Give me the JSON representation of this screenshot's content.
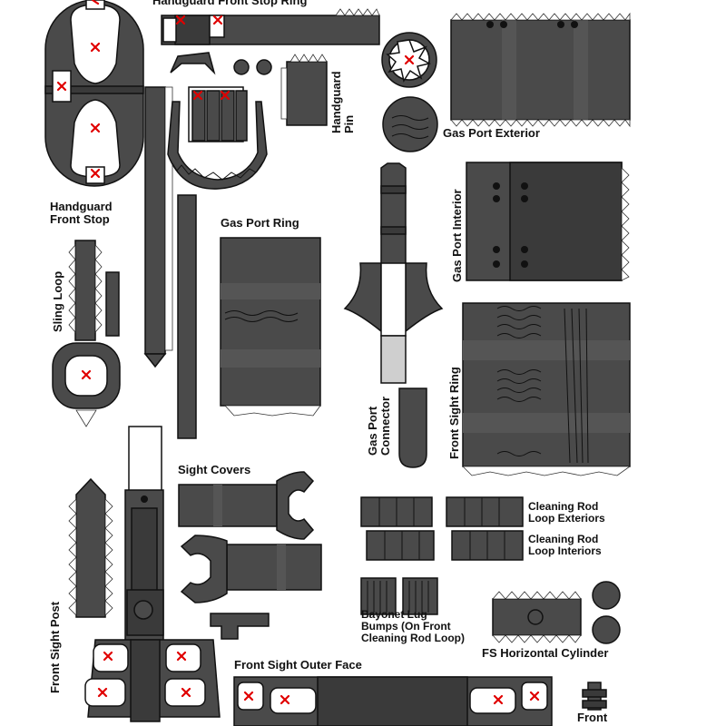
{
  "labels": {
    "handguard_front_stop_ring": "Handguard Front Stop Ring",
    "handguard_front_stop": "Handguard\nFront Stop",
    "handguard_pin": "Handguard\nPin",
    "gas_port_exterior": "Gas Port Exterior",
    "gas_port_interior": "Gas Port Interior",
    "gas_port_ring": "Gas Port Ring",
    "sling_loop": "Sling Loop",
    "gas_port_connector": "Gas Port\nConnector",
    "front_sight_ring": "Front Sight Ring",
    "sight_covers": "Sight Covers",
    "cleaning_rod_loop_exteriors": "Cleaning Rod\nLoop Exteriors",
    "cleaning_rod_loop_interiors": "Cleaning Rod\nLoop Interiors",
    "bayonet_lug_bumps": "Bayonet Lug\nBumps (On Front\nCleaning Rod Loop)",
    "fs_horizontal_cylinder": "FS Horizontal Cylinder",
    "front_sight_post": "Front Sight Post",
    "front_sight_outer_face": "Front Sight Outer Face",
    "front": "Front"
  },
  "colors": {
    "part_fill": "#4a4a4a",
    "outline": "#111111",
    "cut_mark": "#e00000",
    "background": "#ffffff"
  }
}
